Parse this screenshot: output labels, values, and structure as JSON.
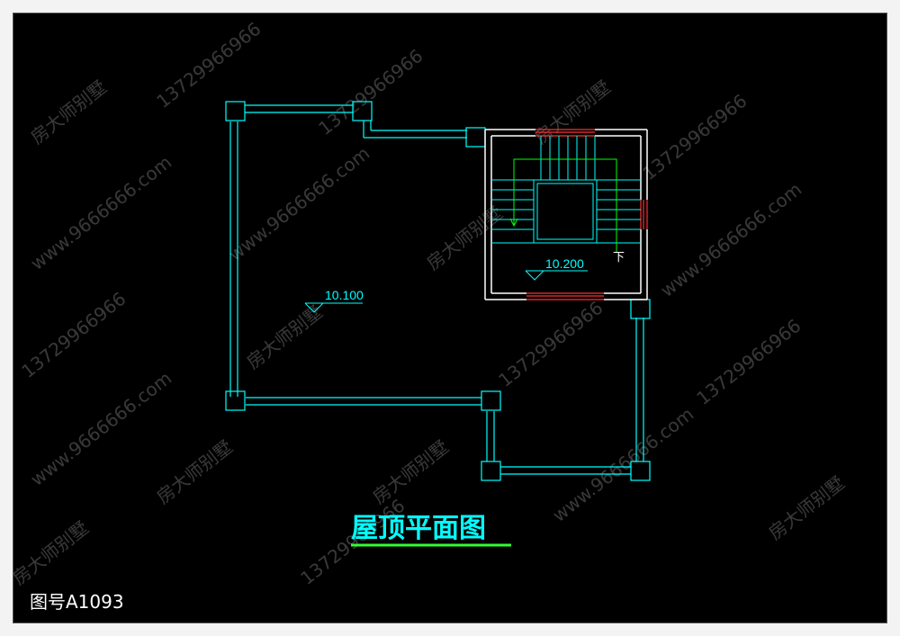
{
  "drawing": {
    "title": "屋顶平面图",
    "drawing_number": "图号A1093",
    "elevation_roof": "10.100",
    "elevation_stair": "10.200",
    "stair_direction": "下",
    "watermark_text": "房大师别墅",
    "watermark_phone": "13729966966",
    "watermark_url": "www.9666666.com"
  },
  "colors": {
    "background": "#000000",
    "wall": "#00ffff",
    "stair_wall": "#ffffff",
    "window": "#ff3030",
    "stair_arrow": "#00ff00",
    "title_underline": "#33ff33"
  }
}
